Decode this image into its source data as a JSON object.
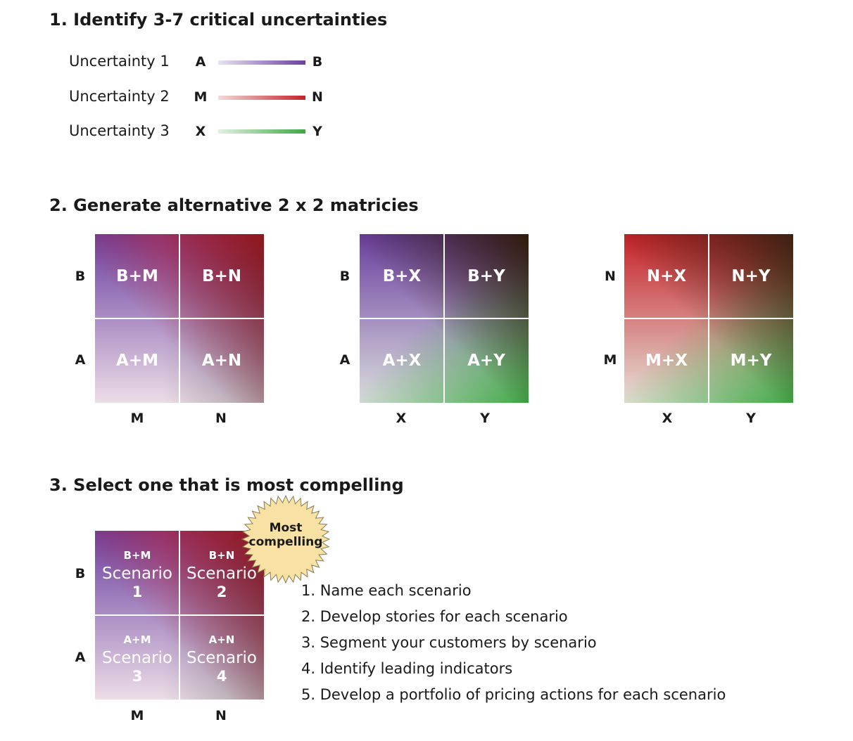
{
  "step1": {
    "heading": "1. Identify 3-7 critical uncertainties",
    "uncertainties": [
      {
        "label": "Uncertainty 1",
        "from": "A",
        "to": "B",
        "color": "#6b3fa0"
      },
      {
        "label": "Uncertainty 2",
        "from": "M",
        "to": "N",
        "color": "#c62128"
      },
      {
        "label": "Uncertainty 3",
        "from": "X",
        "to": "Y",
        "color": "#3ea844"
      }
    ]
  },
  "step2": {
    "heading": "2. Generate alternative 2 x 2 matricies",
    "matrices": [
      {
        "y_labels": [
          "B",
          "A"
        ],
        "x_labels": [
          "M",
          "N"
        ],
        "cells": [
          "B+M",
          "B+N",
          "A+M",
          "A+N"
        ]
      },
      {
        "y_labels": [
          "B",
          "A"
        ],
        "x_labels": [
          "X",
          "Y"
        ],
        "cells": [
          "B+X",
          "B+Y",
          "A+X",
          "A+Y"
        ]
      },
      {
        "y_labels": [
          "N",
          "M"
        ],
        "x_labels": [
          "X",
          "Y"
        ],
        "cells": [
          "N+X",
          "N+Y",
          "M+X",
          "M+Y"
        ]
      }
    ]
  },
  "step3": {
    "heading": "3. Select one that is most compelling",
    "badge": {
      "line1": "Most",
      "line2": "compelling"
    },
    "matrix": {
      "y_labels": [
        "B",
        "A"
      ],
      "x_labels": [
        "M",
        "N"
      ],
      "cells": [
        {
          "code": "B+M",
          "name": "Scenario",
          "num": "1"
        },
        {
          "code": "B+N",
          "name": "Scenario",
          "num": "2"
        },
        {
          "code": "A+M",
          "name": "Scenario",
          "num": "3"
        },
        {
          "code": "A+N",
          "name": "Scenario",
          "num": "4"
        }
      ]
    },
    "actions": [
      "1. Name each scenario",
      "2. Develop stories for each scenario",
      "3. Segment your customers by scenario",
      "4. Identify leading indicators",
      "5. Develop a portfolio of pricing actions for each scenario"
    ]
  }
}
